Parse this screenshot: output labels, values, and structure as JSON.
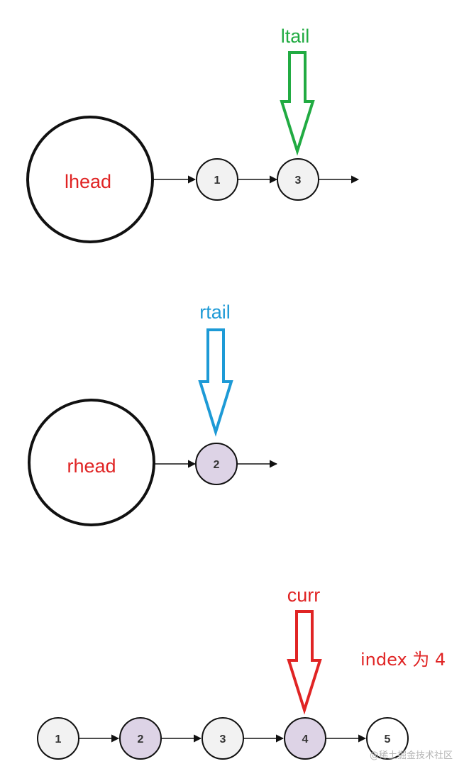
{
  "colors": {
    "ltail": "#21ab42",
    "rtail": "#1d9ad6",
    "curr": "#e02424",
    "head_label": "#e02424",
    "node_default_fill": "#f2f2f2",
    "node_highlight_fill": "#ddd3e6",
    "stroke": "#111111"
  },
  "top_list": {
    "head_label": "lhead",
    "pointer_label": "ltail",
    "nodes": [
      "1",
      "3"
    ]
  },
  "middle_list": {
    "head_label": "rhead",
    "pointer_label": "rtail",
    "nodes": [
      "2"
    ]
  },
  "bottom_list": {
    "pointer_label": "curr",
    "index_note": "index 为 4",
    "nodes": [
      "1",
      "2",
      "3",
      "4",
      "5"
    ],
    "highlighted": [
      "2",
      "4"
    ]
  },
  "watermark": "@稀土掘金技术社区"
}
